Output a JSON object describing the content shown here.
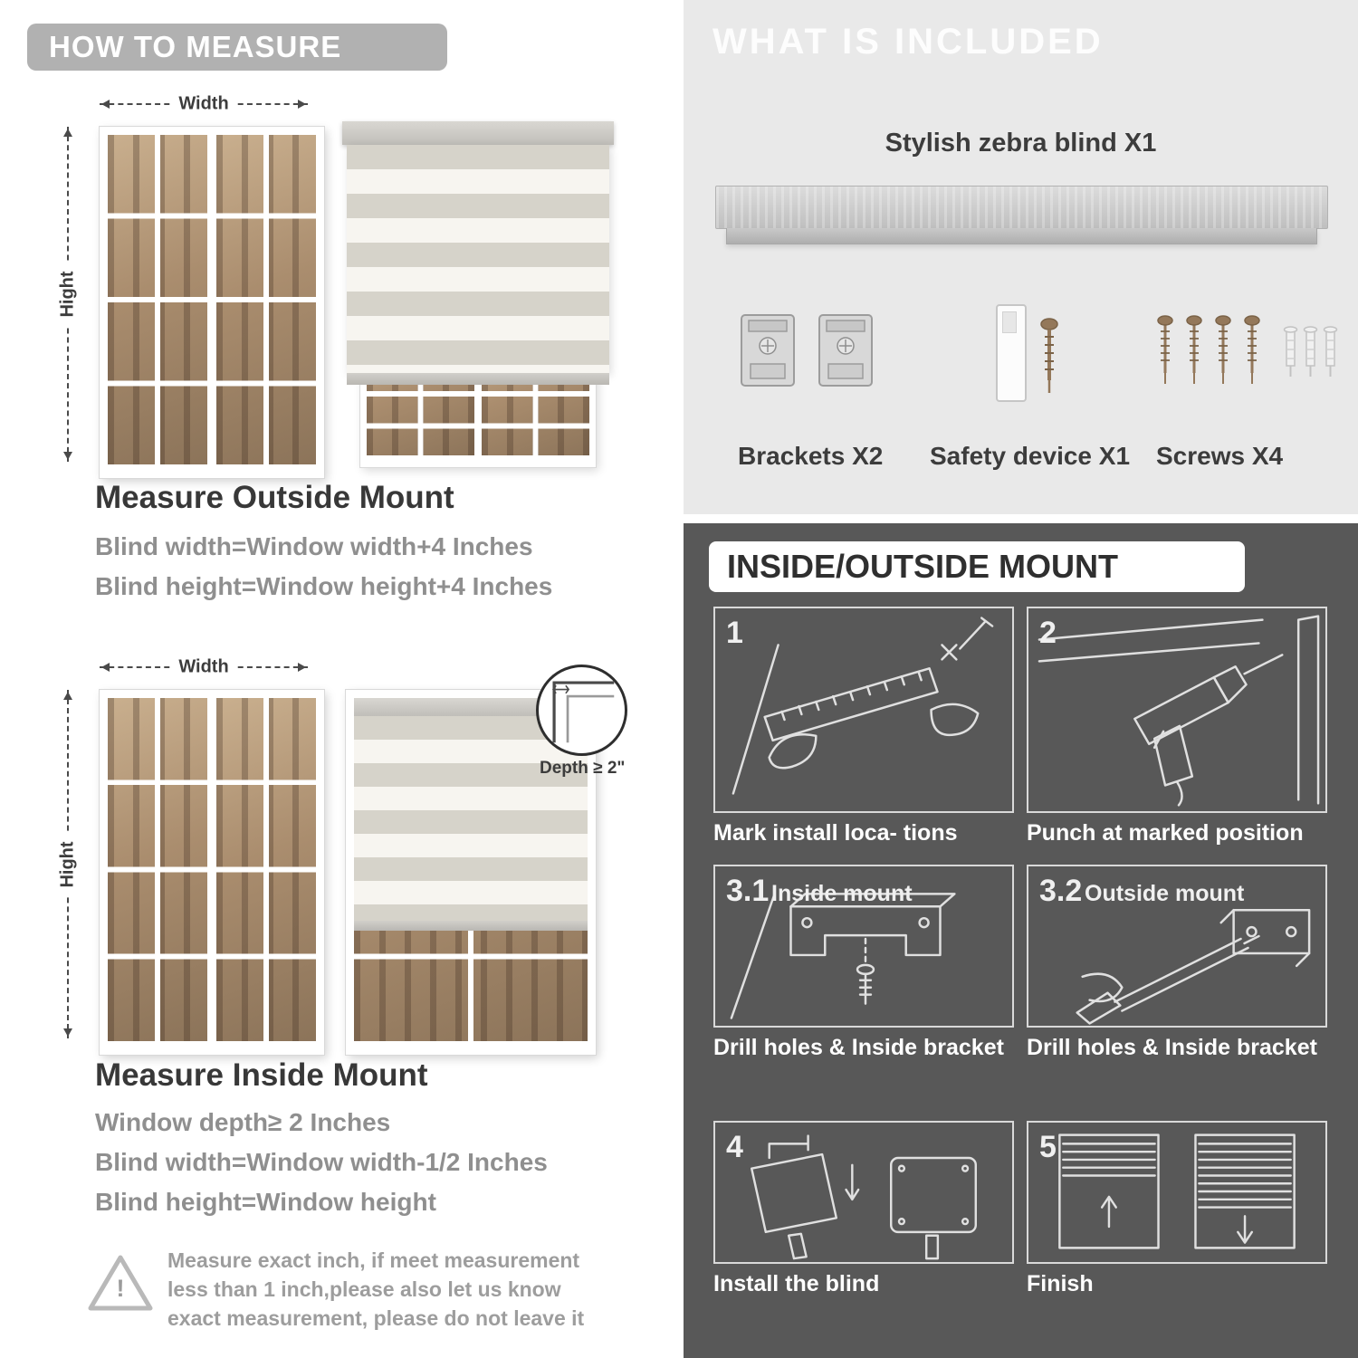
{
  "left": {
    "header": "HOW TO MEASURE",
    "labels": {
      "width": "Width",
      "height": "Hight"
    },
    "outside": {
      "title": "Measure Outside Mount",
      "line1": "Blind width=Window width+4 Inches",
      "line2": "Blind height=Window height+4 Inches"
    },
    "inside": {
      "title": "Measure Inside Mount",
      "line1": "Window depth≥ 2 Inches",
      "line2": "Blind width=Window width-1/2 Inches",
      "line3": "Blind height=Window height",
      "depth_label": "Depth ≥ 2\""
    },
    "warning_mark": "!",
    "note": "Measure exact inch, if meet measurement less than 1 inch,please also let us know exact measurement, please do not leave it"
  },
  "right": {
    "included": {
      "header": "WHAT IS INCLUDED",
      "blind_label": "Stylish zebra blind X1",
      "items": [
        {
          "label": "Brackets X2"
        },
        {
          "label": "Safety device X1"
        },
        {
          "label": "Screws X4"
        }
      ]
    },
    "mount": {
      "header": "INSIDE/OUTSIDE MOUNT",
      "steps": [
        {
          "num": "1",
          "caption": "Mark install loca- tions"
        },
        {
          "num": "2",
          "caption": "Punch at  marked position"
        },
        {
          "num": "3.1",
          "label": "Inside mount",
          "caption": "Drill holes &  Inside bracket"
        },
        {
          "num": "3.2",
          "label": "Outside mount",
          "caption": "Drill holes &  Inside bracket"
        },
        {
          "num": "4",
          "caption": "Install the blind"
        },
        {
          "num": "5",
          "caption": "Finish"
        }
      ]
    }
  },
  "colors": {
    "header_pill_gray": "#b1b1b1",
    "light_panel": "#e9e9e9",
    "dark_panel": "#585858",
    "title_text": "#383838",
    "muted_text": "#8f8f8f",
    "zebra_stripe": "#d6d3ca",
    "zebra_sheer": "#f7f5f0",
    "screw_bronze": "#94785a"
  }
}
